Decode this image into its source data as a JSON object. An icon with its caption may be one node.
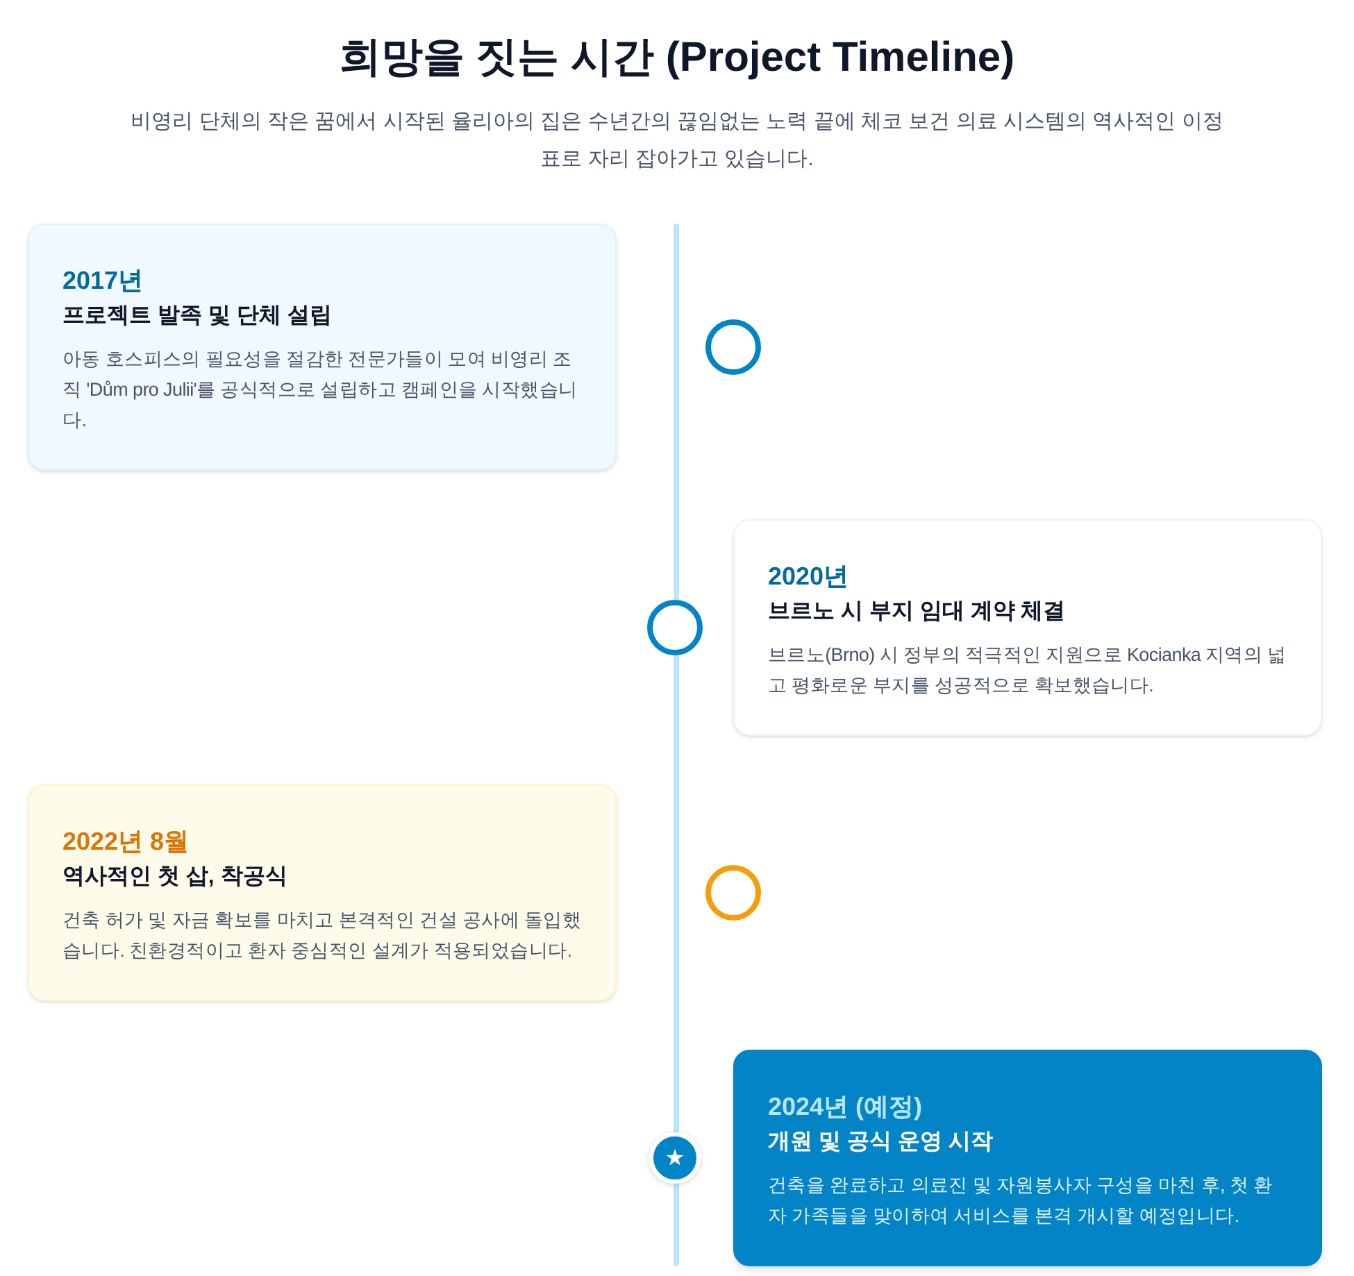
{
  "diagram": {
    "title": "희망을 짓는 시간 (Project Timeline)",
    "nodes": [
      {
        "text": [
          "2017년",
          "프로젝트 발족 및 단체 설립",
          "아동 호스피스의 필요성을 절감한 전문가들이 모여 비영리 조직 'Dům pro Julii'를 공식적으로 설립하고 캠페인을 시작했습니다."
        ]
      },
      {
        "text": [
          "2020년",
          "브르노 시 부지 임대 계약 체결",
          "브르노(Brno) 시 정부의 적극적인 지원으로 Kocianka 지역의 넓고 평화로운 부지를 성공적으로 확보했습니다."
        ]
      },
      {
        "text": [
          "2022년 8월",
          "역사적인 첫 삽, 착공식",
          "건축 허가 및 자금 확보를 마치고 본격적인 건설 공사에 돌입했습니다. 친환경적이고 환자 중심적인 설계가 적용되었습니다."
        ]
      },
      {
        "text": [
          "2024년 (예정)",
          "개원 및 공식 운영 시작",
          "건축을 완료하고 의료진 및 자원봉사자 구성을 마친 후, 첫 환자 가족들을 맞이하여 서비스를 본격 개시할 예정입니다."
        ]
      }
    ],
    "labels": [
      "비영리 단체의 작은 꿈에서 시작된 율리아의 집은 수년간의 끊임없는 노력 끝에 체코 보건 의료 시스템의 역사적인 이정표로 자리 잡아가고 있습니다."
    ]
  }
}
